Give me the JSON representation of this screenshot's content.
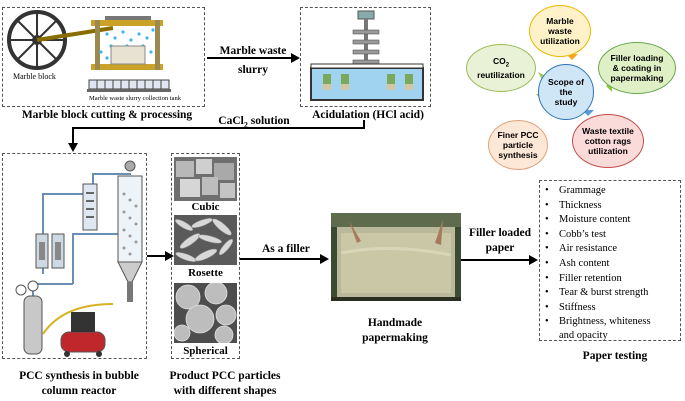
{
  "panels": {
    "marble_cutting": {
      "caption": "Marble block cutting & processing",
      "marble_block_label": "Marble block",
      "tank_label": "Marble waste slurry collection tank"
    },
    "acidulation": {
      "caption": "Acidulation (HCl acid)"
    },
    "pcc_reactor": {
      "caption_line1": "PCC synthesis in bubble",
      "caption_line2": "column reactor"
    },
    "product_particles": {
      "caption_line1": "Product PCC particles",
      "caption_line2": "with different shapes",
      "shapes": [
        "Cubic",
        "Rosette",
        "Spherical"
      ]
    },
    "papermaking": {
      "caption_line1": "Handmade",
      "caption_line2": "papermaking"
    },
    "paper_testing": {
      "caption": "Paper testing",
      "tests": [
        "Grammage",
        "Thickness",
        "Moisture content",
        "Cobb’s test",
        "Air resistance",
        "Ash content",
        "Filler retention",
        "Tear & burst strength",
        "Stiffness",
        "Brightness, whiteness",
        "and opacity"
      ]
    }
  },
  "arrows": {
    "marble_waste_line1": "Marble waste",
    "marble_waste_line2": "slurry",
    "cacl2_prefix": "CaCl",
    "cacl2_sub": "2",
    "cacl2_suffix": " solution",
    "as_filler": "As a filler",
    "filler_loaded_line1": "Filler loaded",
    "filler_loaded_line2": "paper"
  },
  "scope": {
    "center": [
      "Scope of",
      "the",
      "study"
    ],
    "items": {
      "marble": [
        "Marble",
        "waste",
        "utilization"
      ],
      "filler": [
        "Filler loading",
        "& coating in",
        "papermaking"
      ],
      "textile": [
        "Waste textile",
        "cotton rags",
        "utilization"
      ],
      "pcc": [
        "Finer PCC",
        "particle",
        "synthesis"
      ],
      "co2_prefix": "CO",
      "co2_sub": "2",
      "co2_line2": "reutilization"
    },
    "colors": {
      "marble": "#fff2c8",
      "filler": "#dff0c6",
      "textile": "#fbdada",
      "pcc": "#fde7d6",
      "co2": "#e9f1d6",
      "center": "#cfe6f7"
    }
  }
}
